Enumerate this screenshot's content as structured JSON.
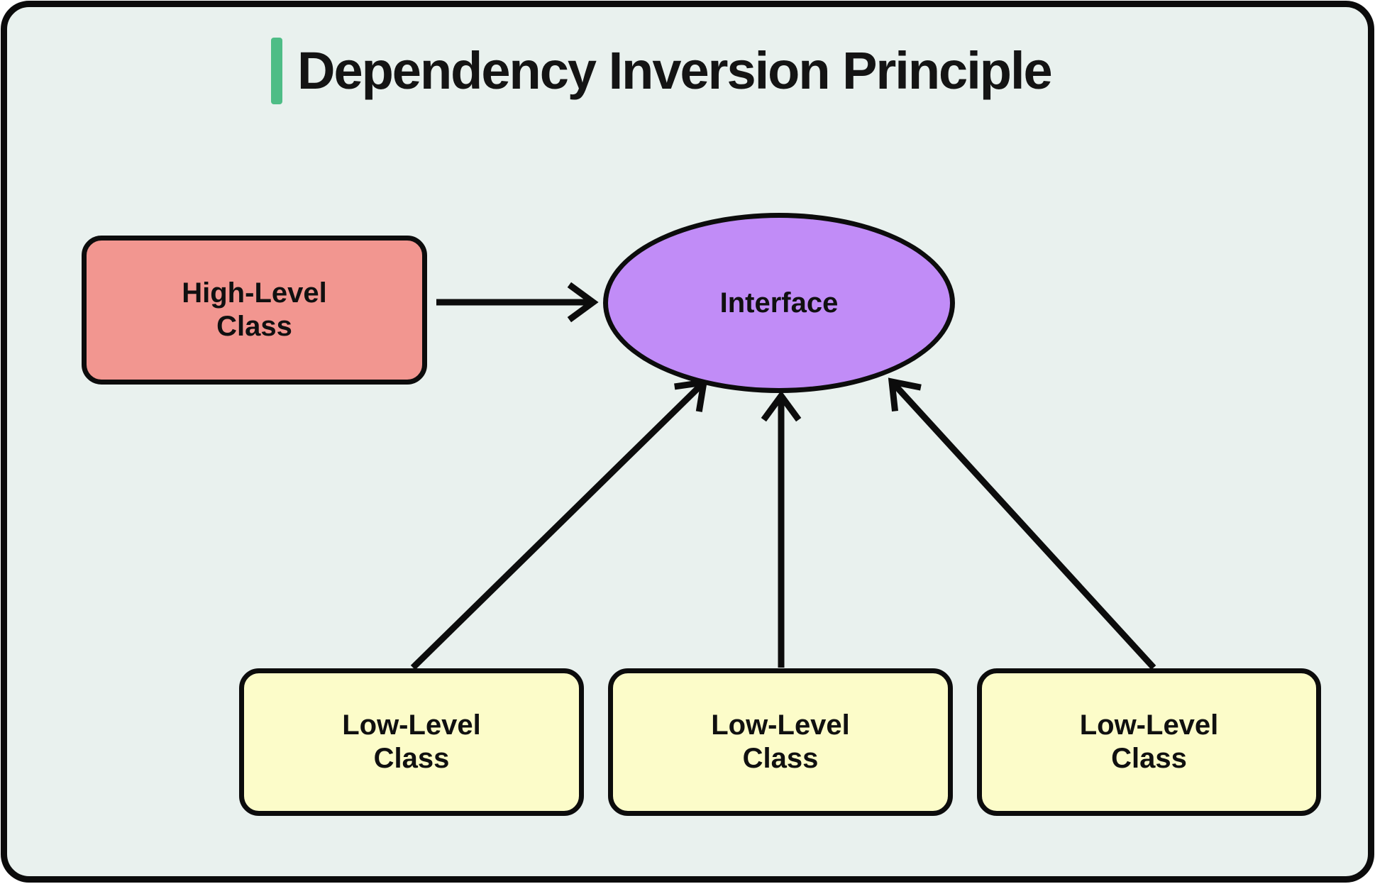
{
  "title": {
    "text": "Dependency Inversion Principle",
    "accent_color": "#4ebd86",
    "text_color": "#141414"
  },
  "canvas": {
    "background": "#e9f1ee",
    "border_color": "#0b0b0b"
  },
  "style": {
    "arrow_color": "#0c0c0c",
    "node_border_color": "#0c0c0c"
  },
  "nodes": {
    "high_level": {
      "label": "High-Level Class",
      "lines": [
        "High-Level",
        "Class"
      ],
      "fill": "#f29690",
      "shape": "rounded-rect"
    },
    "interface": {
      "label": "Interface",
      "fill": "#c18cf7",
      "shape": "ellipse"
    },
    "low_level_1": {
      "label": "Low-Level Class",
      "lines": [
        "Low-Level",
        "Class"
      ],
      "fill": "#fcfcc9",
      "shape": "rounded-rect"
    },
    "low_level_2": {
      "label": "Low-Level Class",
      "lines": [
        "Low-Level",
        "Class"
      ],
      "fill": "#fcfcc9",
      "shape": "rounded-rect"
    },
    "low_level_3": {
      "label": "Low-Level Class",
      "lines": [
        "Low-Level",
        "Class"
      ],
      "fill": "#fcfcc9",
      "shape": "rounded-rect"
    }
  },
  "edges": [
    {
      "from": "High-Level Class",
      "to": "Interface"
    },
    {
      "from": "Low-Level Class (left)",
      "to": "Interface"
    },
    {
      "from": "Low-Level Class (middle)",
      "to": "Interface"
    },
    {
      "from": "Low-Level Class (right)",
      "to": "Interface"
    }
  ]
}
